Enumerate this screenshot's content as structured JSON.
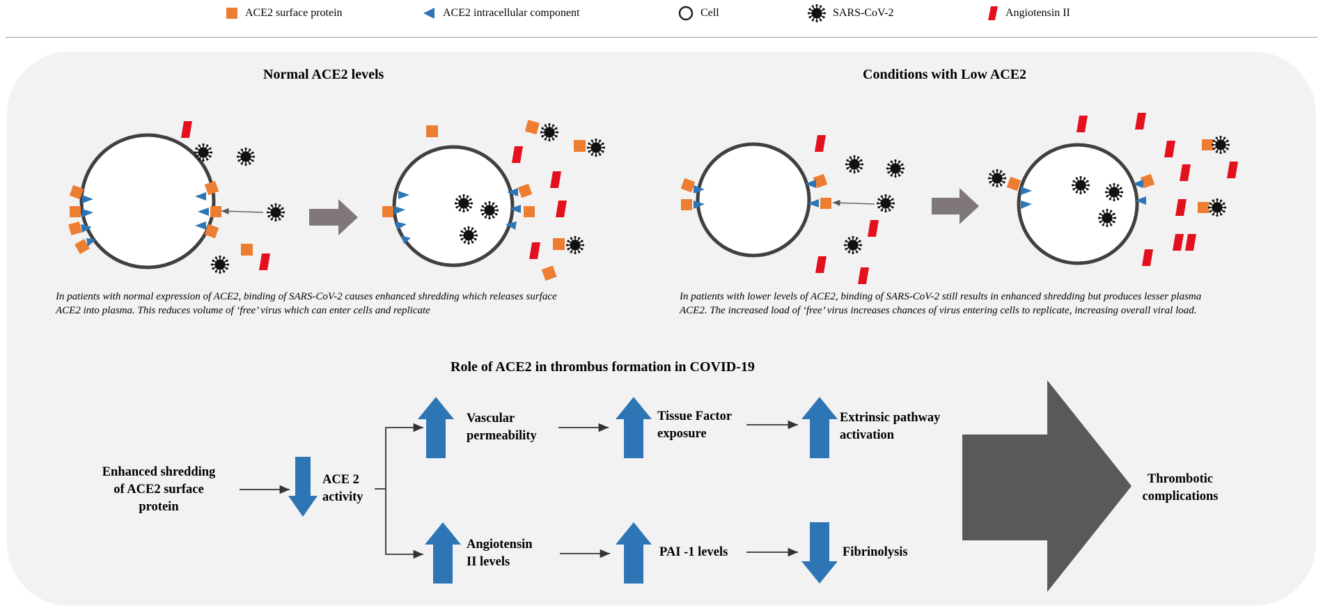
{
  "legend": {
    "surface_protein": "ACE2 surface protein",
    "intracellular": "ACE2 intracellular component",
    "cell": "Cell",
    "virus": "SARS-CoV-2",
    "angiotensin": "Angiotensin II"
  },
  "colors": {
    "surface_protein": "#ED7D31",
    "intracellular": "#2E75B6",
    "cell_stroke": "#404040",
    "virus": "#111111",
    "angiotensin": "#E3101E",
    "grey_arrow": "#7F7778",
    "big_arrow": "#595959",
    "flow_arrow": "#2E75B6",
    "panel": "#F2F2F2"
  },
  "normal": {
    "title": "Normal ACE2 levels",
    "caption_lines": [
      "In patients with normal expression of ACE2, binding of SARS-CoV-2 causes enhanced shredding which releases surface",
      "ACE2 into plasma. This reduces volume of ‘free’ virus which can enter cells and replicate"
    ]
  },
  "low": {
    "title": "Conditions with Low ACE2",
    "caption_lines": [
      "In patients with lower levels of ACE2, binding of SARS-CoV-2 still results in enhanced shredding but produces lesser plasma",
      "ACE2. The increased load of ‘free’ virus increases chances of virus entering cells to replicate, increasing overall viral load."
    ]
  },
  "flow": {
    "title": "Role of ACE2 in thrombus formation in COVID-19",
    "start_lines": [
      "Enhanced shredding",
      "of ACE2 surface",
      "protein"
    ],
    "ace2_lines": [
      "ACE 2",
      "activity"
    ],
    "vascular_lines": [
      "Vascular",
      "permeability"
    ],
    "tissue_lines": [
      "Tissue Factor",
      "exposure"
    ],
    "extrinsic_lines": [
      "Extrinsic pathway",
      "activation"
    ],
    "angiotensin_lines": [
      "Angiotensin",
      "II levels"
    ],
    "pai_lines": [
      "PAI -1 levels"
    ],
    "fibrinolysis_lines": [
      "Fibrinolysis"
    ],
    "result_lines": [
      "Thrombotic",
      "complications"
    ]
  }
}
